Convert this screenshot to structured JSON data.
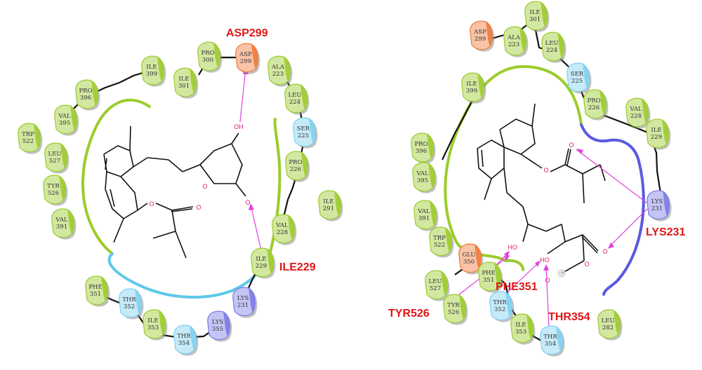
{
  "colors": {
    "hydrophobic": "#9ccc2c",
    "polar": "#7fd0ef",
    "negative": "#f07a3a",
    "positive": "#7b7be8",
    "hbond": "#e040e0",
    "callout": "#e01616",
    "pocket_green": "#9ccc2c",
    "pocket_cyan": "#5ec8e8",
    "pocket_blue": "#5a5ae0"
  },
  "left_panel": {
    "residues": [
      {
        "name": "ASP",
        "num": "299",
        "type": "negative"
      },
      {
        "name": "PRO",
        "num": "300",
        "type": "hydrophobic"
      },
      {
        "name": "ILE",
        "num": "301",
        "type": "hydrophobic"
      },
      {
        "name": "ILE",
        "num": "399",
        "type": "hydrophobic"
      },
      {
        "name": "PRO",
        "num": "396",
        "type": "hydrophobic"
      },
      {
        "name": "VAL",
        "num": "395",
        "type": "hydrophobic"
      },
      {
        "name": "TRP",
        "num": "522",
        "type": "hydrophobic"
      },
      {
        "name": "LEU",
        "num": "527",
        "type": "hydrophobic"
      },
      {
        "name": "TYR",
        "num": "526",
        "type": "hydrophobic"
      },
      {
        "name": "VAL",
        "num": "391",
        "type": "hydrophobic"
      },
      {
        "name": "ALA",
        "num": "223",
        "type": "hydrophobic"
      },
      {
        "name": "LEU",
        "num": "224",
        "type": "hydrophobic"
      },
      {
        "name": "SER",
        "num": "225",
        "type": "polar"
      },
      {
        "name": "PRO",
        "num": "226",
        "type": "hydrophobic"
      },
      {
        "name": "ILE",
        "num": "291",
        "type": "hydrophobic"
      },
      {
        "name": "VAL",
        "num": "228",
        "type": "hydrophobic"
      },
      {
        "name": "ILE",
        "num": "229",
        "type": "hydrophobic"
      },
      {
        "name": "LYS",
        "num": "231",
        "type": "positive"
      },
      {
        "name": "PHE",
        "num": "351",
        "type": "hydrophobic"
      },
      {
        "name": "THR",
        "num": "352",
        "type": "polar"
      },
      {
        "name": "ILE",
        "num": "353",
        "type": "hydrophobic"
      },
      {
        "name": "THR",
        "num": "354",
        "type": "polar"
      },
      {
        "name": "LYS",
        "num": "355",
        "type": "positive"
      }
    ],
    "callouts": [
      "ASP299",
      "ILE229"
    ],
    "atoms": [
      "OH",
      "O",
      "O",
      "O",
      "O"
    ]
  },
  "right_panel": {
    "residues": [
      {
        "name": "ASP",
        "num": "299",
        "type": "negative"
      },
      {
        "name": "ILE",
        "num": "301",
        "type": "hydrophobic"
      },
      {
        "name": "ALA",
        "num": "223",
        "type": "hydrophobic"
      },
      {
        "name": "LEU",
        "num": "224",
        "type": "hydrophobic"
      },
      {
        "name": "SER",
        "num": "225",
        "type": "polar"
      },
      {
        "name": "PRO",
        "num": "226",
        "type": "hydrophobic"
      },
      {
        "name": "VAL",
        "num": "228",
        "type": "hydrophobic"
      },
      {
        "name": "ILE",
        "num": "229",
        "type": "hydrophobic"
      },
      {
        "name": "LYS",
        "num": "231",
        "type": "positive"
      },
      {
        "name": "ILE",
        "num": "399",
        "type": "hydrophobic"
      },
      {
        "name": "PRO",
        "num": "396",
        "type": "hydrophobic"
      },
      {
        "name": "VAL",
        "num": "395",
        "type": "hydrophobic"
      },
      {
        "name": "VAL",
        "num": "391",
        "type": "hydrophobic"
      },
      {
        "name": "TRP",
        "num": "522",
        "type": "hydrophobic"
      },
      {
        "name": "GLU",
        "num": "350",
        "type": "negative"
      },
      {
        "name": "PHE",
        "num": "351",
        "type": "hydrophobic"
      },
      {
        "name": "LEU",
        "num": "527",
        "type": "hydrophobic"
      },
      {
        "name": "TYR",
        "num": "526",
        "type": "hydrophobic"
      },
      {
        "name": "THR",
        "num": "352",
        "type": "polar"
      },
      {
        "name": "ILE",
        "num": "353",
        "type": "hydrophobic"
      },
      {
        "name": "THR",
        "num": "354",
        "type": "polar"
      },
      {
        "name": "LEU",
        "num": "282",
        "type": "hydrophobic"
      }
    ],
    "callouts": [
      "LYS231",
      "PHE351",
      "TYR526",
      "THR354"
    ],
    "atoms": [
      "O",
      "O",
      "HO",
      "HO",
      "O",
      "O",
      "O"
    ]
  }
}
